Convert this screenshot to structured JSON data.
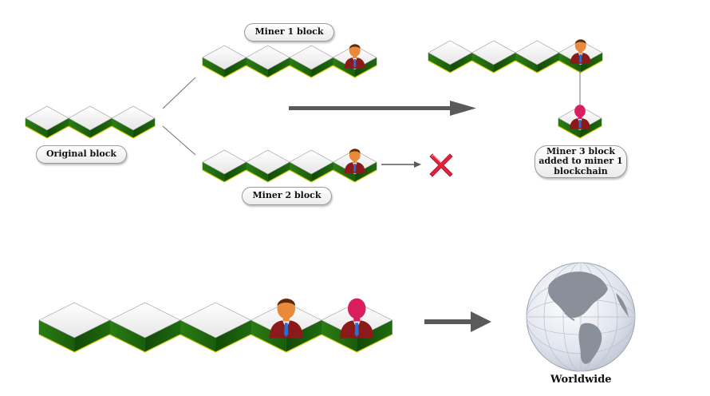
{
  "labels": {
    "miner1": "Miner 1 block",
    "miner2": "Miner 2 block",
    "original": "Original block",
    "miner3_line1": "Miner 3 block",
    "miner3_line2": "added to miner 1",
    "miner3_line3": "blockchain",
    "worldwide": "Worldwide"
  },
  "colors": {
    "block_top": "#f4f4f4",
    "block_side": "#1e6b0e",
    "block_edge": "#c8c800",
    "arrow": "#5a5a5a",
    "reject": "#e8203a",
    "miner_a_shirt": "#8b1a1a",
    "miner_a_skin": "#e88a3a",
    "miner_b_shirt": "#8b1a1a",
    "miner_b_skin": "#d81e5b",
    "globe_ocean": "#dfe4ee",
    "globe_land": "#8a9099"
  },
  "icons": {
    "miner": "person-icon",
    "reject": "x-mark-icon",
    "globe": "globe-icon"
  }
}
